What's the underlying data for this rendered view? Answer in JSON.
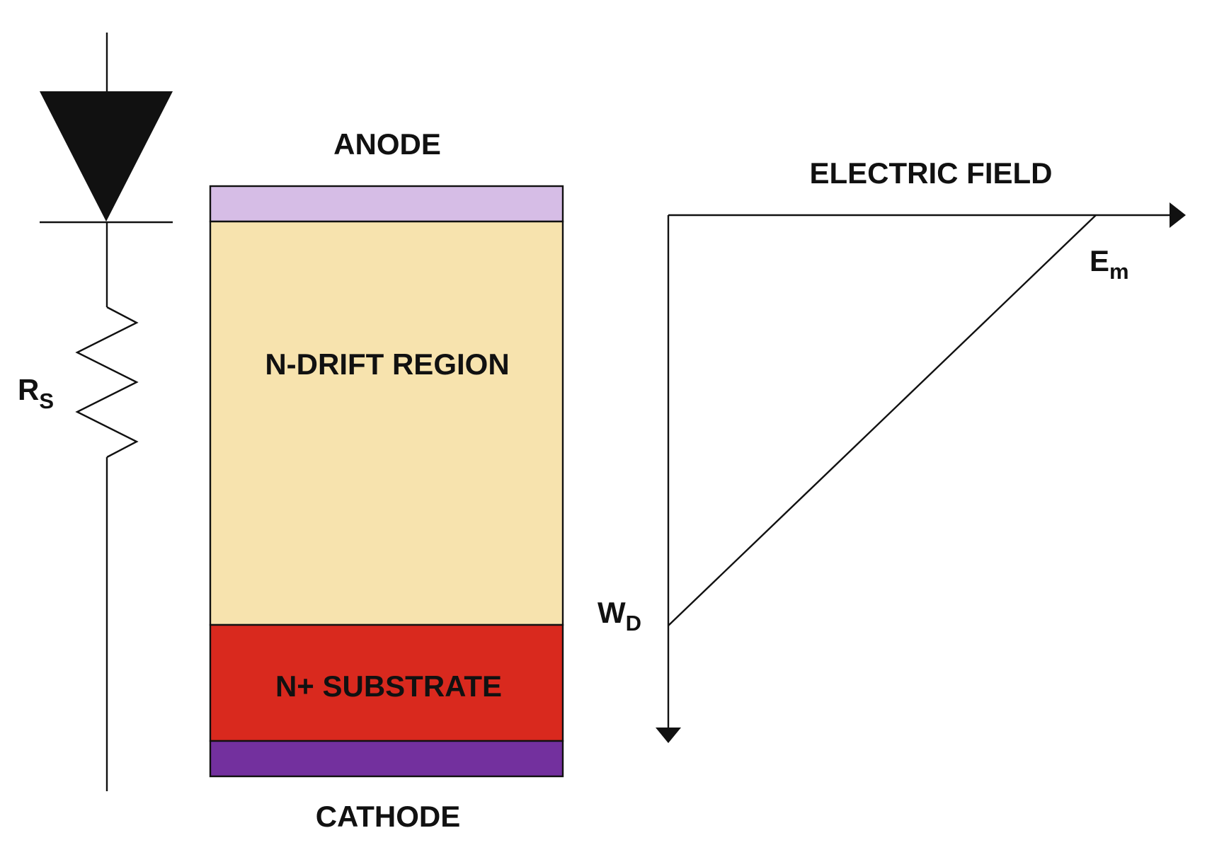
{
  "labels": {
    "anode": "ANODE",
    "cathode": "CATHODE",
    "drift_region": "N-DRIFT REGION",
    "substrate": "N+ SUBSTRATE",
    "electric_field": "ELECTRIC FIELD",
    "resistor_main": "R",
    "resistor_sub": "S",
    "em_main": "E",
    "em_sub": "m",
    "wd_main": "W",
    "wd_sub": "D"
  },
  "colors": {
    "anode_contact": "#d6bde6",
    "drift_region": "#f7e3ae",
    "substrate": "#d9291e",
    "cathode_contact": "#73309e",
    "ink": "#111111",
    "background": "#ffffff"
  }
}
